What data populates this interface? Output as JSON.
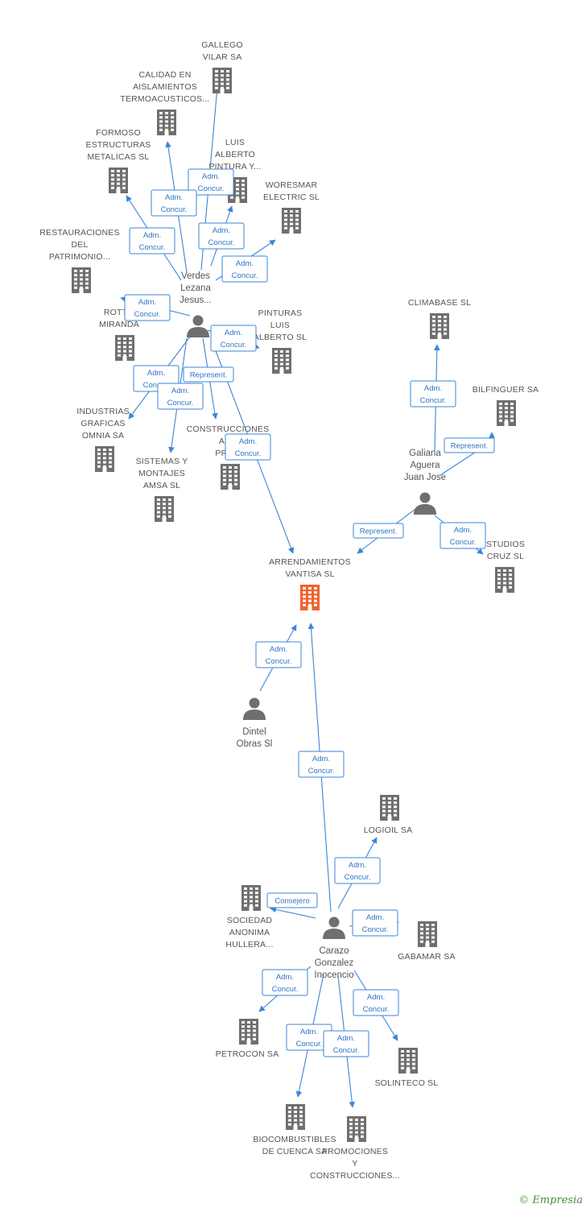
{
  "colors": {
    "edge": "#3a86d8",
    "building": "#6f6f6f",
    "focus_building": "#f0622d",
    "person": "#6f6f6f",
    "text": "#555555"
  },
  "nodes": [
    {
      "id": "gallego",
      "kind": "company",
      "label": [
        "GALLEGO",
        "VILAR SA"
      ]
    },
    {
      "id": "calidad",
      "kind": "company",
      "label": [
        "CALIDAD EN",
        "AISLAMIENTOS",
        "TERMOACUSTICOS..."
      ]
    },
    {
      "id": "formoso",
      "kind": "company",
      "label": [
        "FORMOSO",
        "ESTRUCTURAS",
        "METALICAS SL"
      ]
    },
    {
      "id": "luis_pintura",
      "kind": "company",
      "label": [
        "LUIS",
        "ALBERTO",
        "PINTURA Y..."
      ]
    },
    {
      "id": "woresmar",
      "kind": "company",
      "label": [
        "WORESMAR",
        "ELECTRIC SL"
      ]
    },
    {
      "id": "restauraciones",
      "kind": "company",
      "label": [
        "RESTAURACIONES",
        "DEL",
        "PATRIMONIO..."
      ]
    },
    {
      "id": "rottm",
      "kind": "company",
      "label": [
        "ROTTM",
        "MIRANDA"
      ]
    },
    {
      "id": "pinturas_luis",
      "kind": "company",
      "label": [
        "PINTURAS",
        "LUIS",
        "ALBERTO SL"
      ]
    },
    {
      "id": "industrias",
      "kind": "company",
      "label": [
        "INDUSTRIAS",
        "GRAFICAS",
        "OMNIA SA"
      ]
    },
    {
      "id": "construcciones_ark",
      "kind": "company",
      "label": [
        "CONSTRUCCIONES",
        "ARK",
        "PROD"
      ]
    },
    {
      "id": "sistemas",
      "kind": "company",
      "label": [
        "SISTEMAS Y",
        "MONTAJES",
        "AMSA SL"
      ]
    },
    {
      "id": "climabase",
      "kind": "company",
      "label": [
        "CLIMABASE SL"
      ]
    },
    {
      "id": "bilfinguer",
      "kind": "company",
      "label": [
        "BILFINGUER SA"
      ]
    },
    {
      "id": "studios",
      "kind": "company",
      "label": [
        "STUDIOS",
        "CRUZ SL"
      ]
    },
    {
      "id": "arrendamientos",
      "kind": "focus",
      "label": [
        "ARRENDAMIENTOS",
        "VANTISA SL"
      ]
    },
    {
      "id": "logioil",
      "kind": "company",
      "label": [
        "LOGIOIL SA"
      ]
    },
    {
      "id": "sociedad",
      "kind": "company",
      "label": [
        "SOCIEDAD",
        "ANONIMA",
        "HULLERA..."
      ]
    },
    {
      "id": "gabamar",
      "kind": "company",
      "label": [
        "GABAMAR SA"
      ]
    },
    {
      "id": "petrocon",
      "kind": "company",
      "label": [
        "PETROCON SA"
      ]
    },
    {
      "id": "solinteco",
      "kind": "company",
      "label": [
        "SOLINTECO SL"
      ]
    },
    {
      "id": "biocombustibles",
      "kind": "company",
      "label": [
        "BIOCOMBUSTIBLES",
        "DE CUENCA SA"
      ]
    },
    {
      "id": "promociones",
      "kind": "company",
      "label": [
        "PROMOCIONES",
        "Y",
        "CONSTRUCCIONES..."
      ]
    },
    {
      "id": "verdes",
      "kind": "person",
      "label": [
        "Verdes",
        "Lezana",
        "Jesus..."
      ]
    },
    {
      "id": "galiana",
      "kind": "person",
      "label": [
        "Galiana",
        "Aguera",
        "Juan Jose"
      ]
    },
    {
      "id": "dintel",
      "kind": "person",
      "label": [
        "Dintel",
        "Obras Sl"
      ]
    },
    {
      "id": "carazo",
      "kind": "person",
      "label": [
        "Carazo",
        "Gonzalez",
        "Inocencio"
      ]
    }
  ],
  "edges": [
    {
      "from": "verdes",
      "to": "gallego",
      "label": [
        "Adm.",
        "Concur."
      ]
    },
    {
      "from": "verdes",
      "to": "calidad",
      "label": [
        "Adm.",
        "Concur."
      ]
    },
    {
      "from": "verdes",
      "to": "formoso",
      "label": [
        "Adm.",
        "Concur."
      ]
    },
    {
      "from": "verdes",
      "to": "luis_pintura",
      "label": [
        "Adm.",
        "Concur."
      ]
    },
    {
      "from": "verdes",
      "to": "woresmar",
      "label": [
        "Adm.",
        "Concur."
      ]
    },
    {
      "from": "verdes",
      "to": "rottm",
      "label": [
        "Adm.",
        "Concur."
      ]
    },
    {
      "from": "verdes",
      "to": "pinturas_luis",
      "label": [
        "Adm.",
        "Concur."
      ]
    },
    {
      "from": "verdes",
      "to": "industrias",
      "label": [
        "Adm.",
        "Concur."
      ]
    },
    {
      "from": "verdes",
      "to": "sistemas",
      "label": [
        "Adm.",
        "Concur."
      ]
    },
    {
      "from": "verdes",
      "to": "construcciones_ark",
      "label": [
        "Represent."
      ]
    },
    {
      "from": "verdes",
      "to": "arrendamientos",
      "label": [
        "Adm.",
        "Concur."
      ]
    },
    {
      "from": "galiana",
      "to": "climabase",
      "label": [
        "Adm.",
        "Concur."
      ]
    },
    {
      "from": "galiana",
      "to": "bilfinguer",
      "label": [
        "Represent."
      ]
    },
    {
      "from": "galiana",
      "to": "arrendamientos",
      "label": [
        "Represent."
      ]
    },
    {
      "from": "galiana",
      "to": "studios",
      "label": [
        "Adm.",
        "Concur."
      ]
    },
    {
      "from": "dintel",
      "to": "arrendamientos",
      "label": [
        "Adm.",
        "Concur."
      ]
    },
    {
      "from": "carazo",
      "to": "arrendamientos",
      "label": [
        "Adm.",
        "Concur."
      ]
    },
    {
      "from": "carazo",
      "to": "logioil",
      "label": [
        "Adm.",
        "Concur."
      ]
    },
    {
      "from": "carazo",
      "to": "sociedad",
      "label": [
        "Consejero"
      ]
    },
    {
      "from": "carazo",
      "to": "gabamar",
      "label": [
        "Adm.",
        "Concur."
      ]
    },
    {
      "from": "carazo",
      "to": "petrocon",
      "label": [
        "Adm.",
        "Concur."
      ]
    },
    {
      "from": "carazo",
      "to": "solinteco",
      "label": [
        "Adm.",
        "Concur."
      ]
    },
    {
      "from": "carazo",
      "to": "biocombustibles",
      "label": [
        "Adm.",
        "Concur."
      ]
    },
    {
      "from": "carazo",
      "to": "promociones",
      "label": [
        "Adm.",
        "Concur."
      ]
    }
  ],
  "footer": {
    "copyright_symbol": "©",
    "brand": "Empresia"
  }
}
